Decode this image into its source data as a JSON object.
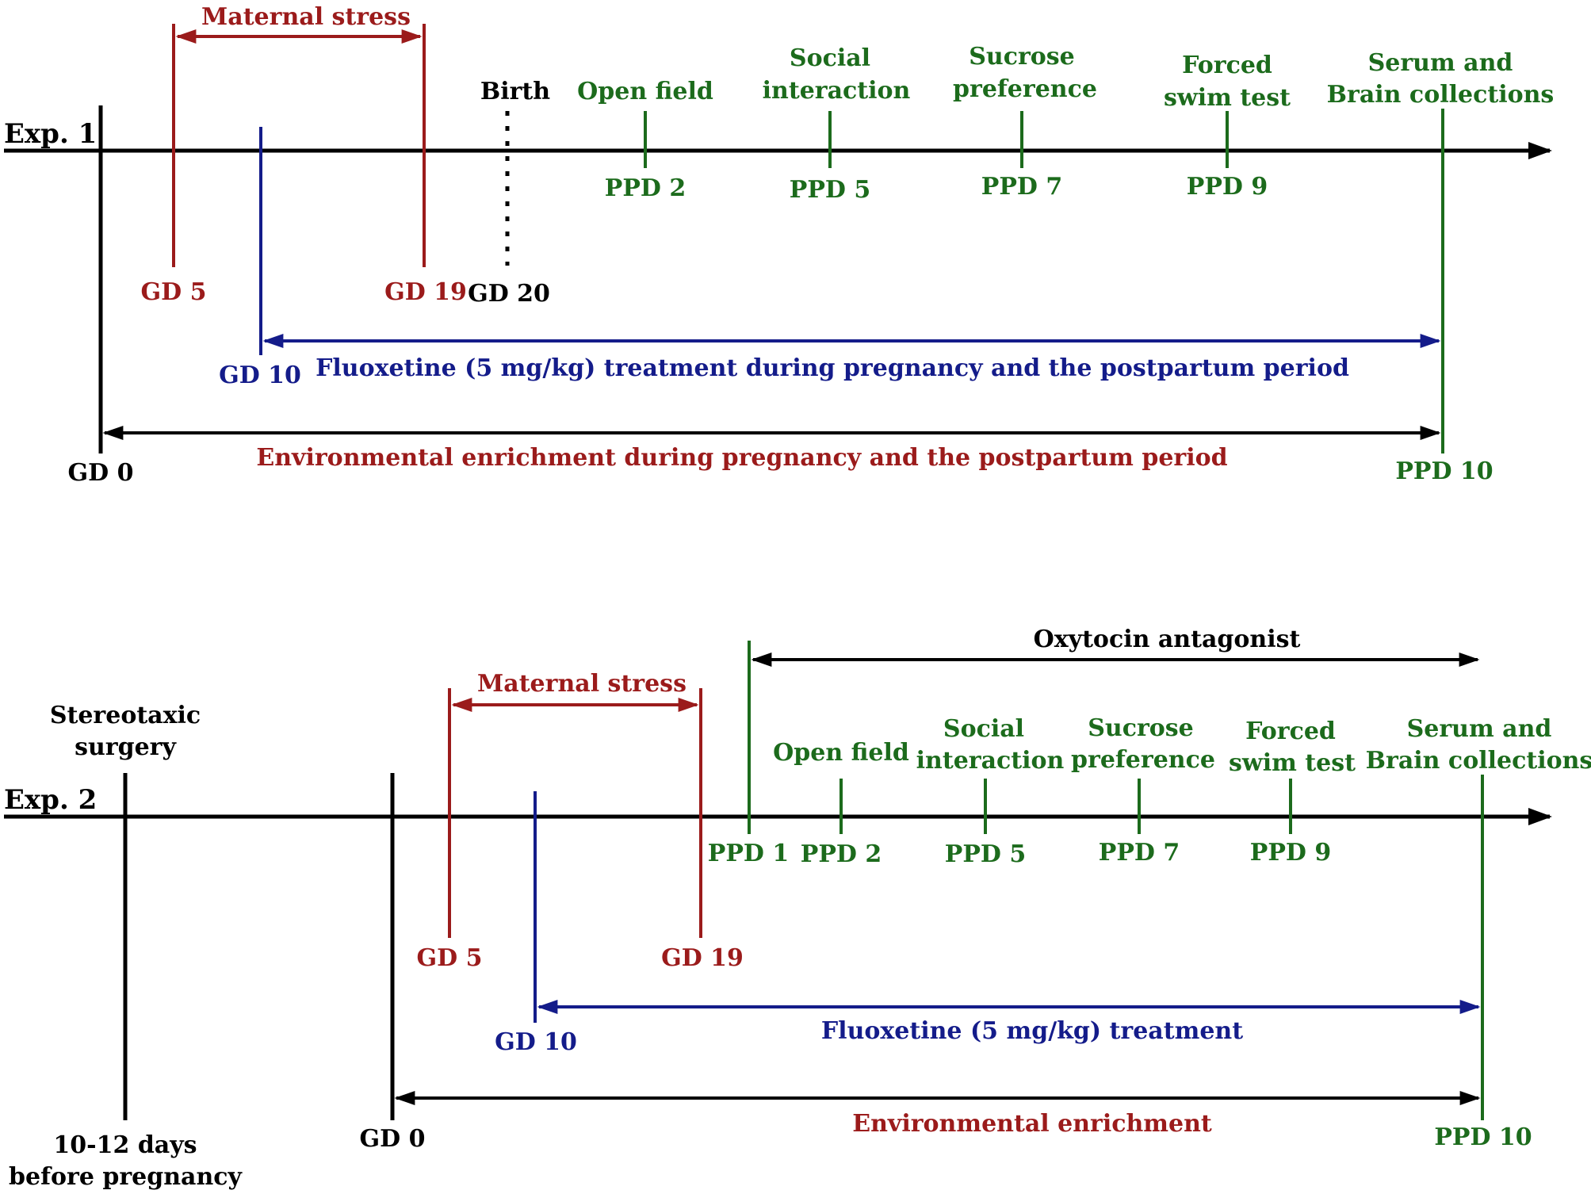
{
  "colors": {
    "black": "#000000",
    "red": "#9b1b1b",
    "blue": "#141c8a",
    "green": "#1c6b1c"
  },
  "exp1": {
    "label": "Exp. 1",
    "maternal_stress": "Maternal stress",
    "birth": "Birth",
    "tests": {
      "open_field": "Open field",
      "social_1": "Social",
      "social_2": "interaction",
      "sucrose_1": "Sucrose",
      "sucrose_2": "preference",
      "forced_1": "Forced",
      "forced_2": "swim test",
      "serum_1": "Serum and",
      "serum_2": "Brain collections"
    },
    "ppd": {
      "p2": "PPD 2",
      "p5": "PPD 5",
      "p7": "PPD 7",
      "p9": "PPD 9",
      "p10": "PPD 10"
    },
    "gd": {
      "g0": "GD 0",
      "g5": "GD 5",
      "g10": "GD 10",
      "g19": "GD 19",
      "g20": "GD 20"
    },
    "fluoxetine": "Fluoxetine (5 mg/kg) treatment during pregnancy and the postpartum period",
    "enrichment": "Environmental enrichment during pregnancy and the postpartum period"
  },
  "exp2": {
    "label": "Exp. 2",
    "stereotaxic_1": "Stereotaxic",
    "stereotaxic_2": "surgery",
    "before_1": "10-12 days",
    "before_2": "before pregnancy",
    "maternal_stress": "Maternal stress",
    "oxytocin": "Oxytocin antagonist",
    "tests": {
      "open_field": "Open field",
      "social_1": "Social",
      "social_2": "interaction",
      "sucrose_1": "Sucrose",
      "sucrose_2": "preference",
      "forced_1": "Forced",
      "forced_2": "swim test",
      "serum_1": "Serum and",
      "serum_2": "Brain collections"
    },
    "ppd": {
      "p1": "PPD 1",
      "p2": "PPD 2",
      "p5": "PPD 5",
      "p7": "PPD 7",
      "p9": "PPD 9",
      "p10": "PPD 10"
    },
    "gd": {
      "g0": "GD 0",
      "g5": "GD 5",
      "g10": "GD 10",
      "g19": "GD 19"
    },
    "fluoxetine": "Fluoxetine (5 mg/kg) treatment",
    "enrichment": "Environmental enrichment"
  }
}
